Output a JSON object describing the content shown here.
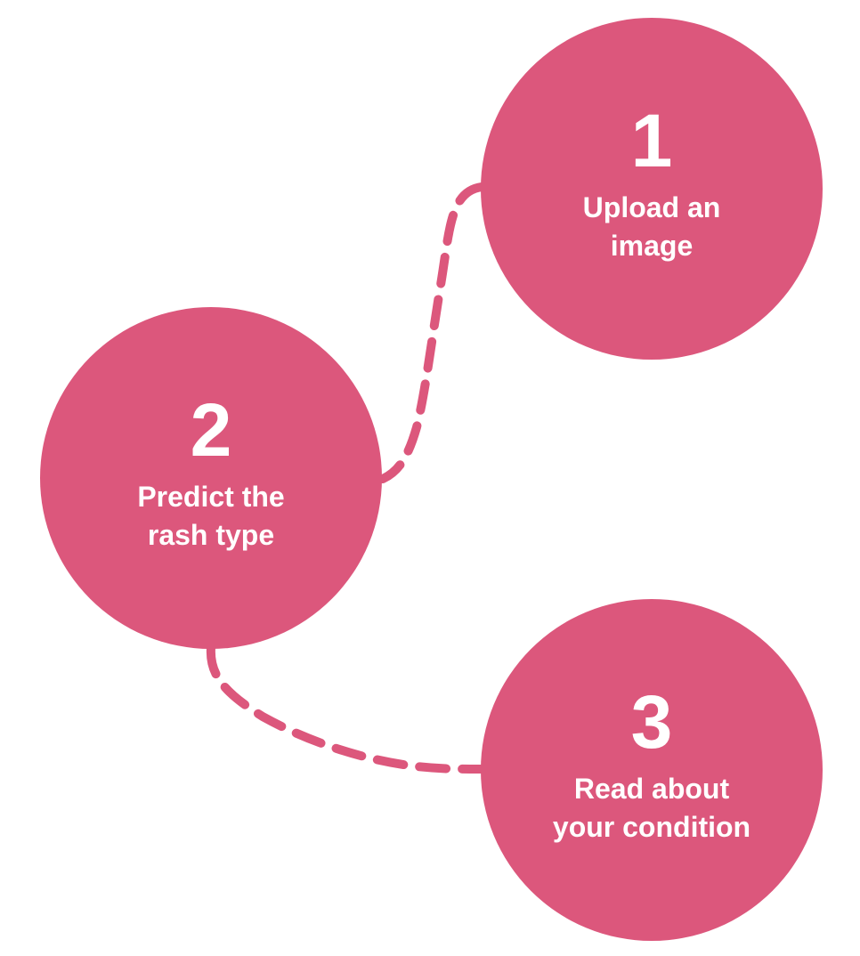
{
  "colors": {
    "accent": "#dc577c",
    "text": "#ffffff",
    "background": "#ffffff"
  },
  "steps": [
    {
      "number": "1",
      "label_line1": "Upload an",
      "label_line2": "image"
    },
    {
      "number": "2",
      "label_line1": "Predict the",
      "label_line2": "rash type"
    },
    {
      "number": "3",
      "label_line1": "Read about",
      "label_line2": "your condition"
    }
  ]
}
